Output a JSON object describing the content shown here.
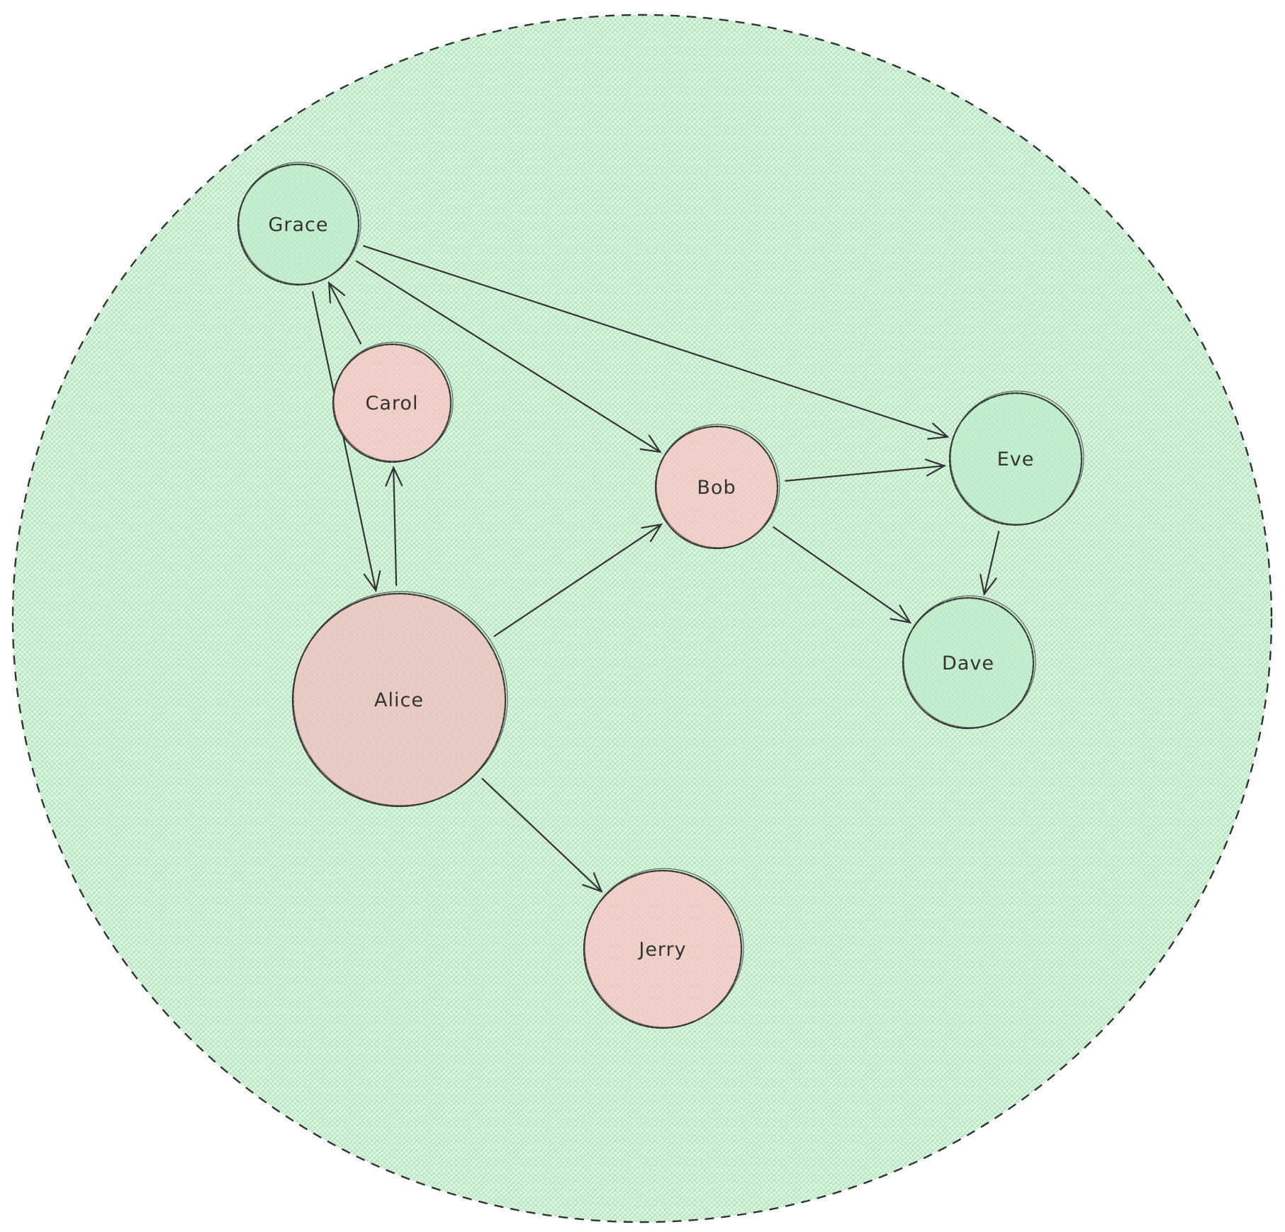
{
  "diagram": {
    "colors": {
      "background_fill": "#dff5e1",
      "hatch": "#9ee0b0",
      "green_node": "#c9efd2",
      "red_node": "#f0d4cc",
      "alice_node": "#e8cfc6",
      "stroke": "#333333"
    },
    "nodes": [
      {
        "id": "grace",
        "label": "Grace",
        "fill": "green"
      },
      {
        "id": "carol",
        "label": "Carol",
        "fill": "red"
      },
      {
        "id": "bob",
        "label": "Bob",
        "fill": "red"
      },
      {
        "id": "eve",
        "label": "Eve",
        "fill": "green"
      },
      {
        "id": "dave",
        "label": "Dave",
        "fill": "green"
      },
      {
        "id": "alice",
        "label": "Alice",
        "fill": "alice"
      },
      {
        "id": "jerry",
        "label": "Jerry",
        "fill": "red"
      }
    ],
    "edges": [
      {
        "from": "grace",
        "to": "eve"
      },
      {
        "from": "grace",
        "to": "bob"
      },
      {
        "from": "grace",
        "to": "alice"
      },
      {
        "from": "carol",
        "to": "grace"
      },
      {
        "from": "alice",
        "to": "carol"
      },
      {
        "from": "alice",
        "to": "bob"
      },
      {
        "from": "alice",
        "to": "jerry"
      },
      {
        "from": "bob",
        "to": "eve"
      },
      {
        "from": "bob",
        "to": "dave"
      },
      {
        "from": "eve",
        "to": "dave"
      }
    ]
  }
}
